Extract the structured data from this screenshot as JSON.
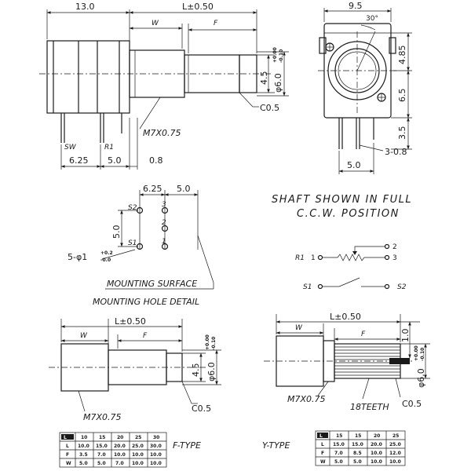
{
  "top_view": {
    "dim_body_len": "13.0",
    "dim_shaft_len": "L±0.50",
    "dim_w": "W",
    "dim_f": "F",
    "dim_flat": "4.5",
    "dim_dia": "φ6.0",
    "dia_tol_up": "+0.00",
    "dia_tol_dn": "-0.10",
    "chamfer": "C0.5",
    "thread": "M7X0.75",
    "pin_sw": "SW",
    "pin_r1": "R1",
    "dim_625": "6.25",
    "dim_50": "5.0",
    "dim_08": "0.8"
  },
  "end_view": {
    "dim_width": "9.5",
    "dim_angle": "30°",
    "dim_485": "4.85",
    "dim_65": "6.5",
    "dim_35": "3.5",
    "dim_3_08": "3-0.8",
    "dim_50": "5.0"
  },
  "mounting": {
    "dim_625": "6.25",
    "dim_50": "5.0",
    "dim_5v": "5.0",
    "pin_s2": "S2",
    "pin_s1": "S1",
    "pin_3": "3",
    "pin_2": "2",
    "pin_1": "1",
    "holes": "5-φ1",
    "holes_tol_up": "+0.2",
    "holes_tol_dn": "-0.0",
    "surface_label": "MOUNTING SURFACE",
    "detail_label": "MOUNTING HOLE DETAIL"
  },
  "notes": {
    "line1": "SHAFT SHOWN IN FULL",
    "line2": "C.C.W. POSITION"
  },
  "schematic": {
    "r1_label": "R1",
    "r1_pin1": "1",
    "r1_pin2": "2",
    "r1_pin3": "3",
    "s1_label": "S1",
    "s2_label": "S2"
  },
  "f_type": {
    "dim_shaft_len": "L±0.50",
    "dim_w": "W",
    "dim_f": "F",
    "dim_flat": "4.5",
    "dim_dia": "φ6.0",
    "dia_tol_up": "+0.00",
    "dia_tol_dn": "-0.10",
    "chamfer": "C0.5",
    "thread": "M7X0.75",
    "type_label": "F-TYPE",
    "table": {
      "header": [
        "L",
        "10",
        "15",
        "20",
        "25",
        "30"
      ],
      "rows": [
        [
          "L",
          "10.0",
          "15.0",
          "20.0",
          "25.0",
          "30.0"
        ],
        [
          "F",
          "3.5",
          "7.0",
          "10.0",
          "10.0",
          "10.0"
        ],
        [
          "W",
          "5.0",
          "5.0",
          "7.0",
          "10.0",
          "10.0"
        ]
      ]
    }
  },
  "y_type": {
    "dim_shaft_len": "L±0.50",
    "dim_w": "W",
    "dim_f": "F",
    "dim_10": "1.0",
    "dim_dia": "φ6.0",
    "dia_tol_up": "+0.00",
    "dia_tol_dn": "-0.10",
    "chamfer": "C0.5",
    "thread": "M7X0.75",
    "teeth": "18TEETH",
    "type_label": "Y-TYPE",
    "table": {
      "header": [
        "L",
        "15",
        "15",
        "20",
        "25"
      ],
      "rows": [
        [
          "L",
          "15.0",
          "15.0",
          "20.0",
          "25.0"
        ],
        [
          "F",
          "7.0",
          "8.5",
          "10.0",
          "12.0"
        ],
        [
          "W",
          "5.0",
          "5.0",
          "10.0",
          "10.0"
        ]
      ]
    }
  }
}
